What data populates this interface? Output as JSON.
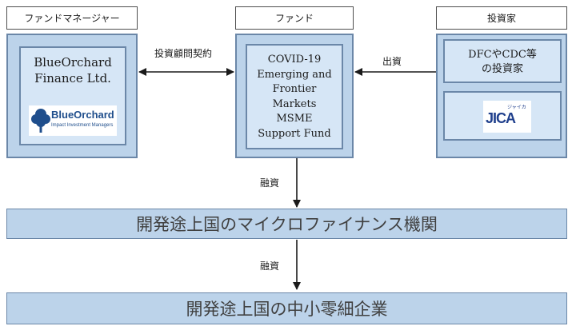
{
  "manager": {
    "header": "ファンドマネージャー",
    "name_line1": "BlueOrchard",
    "name_line2": "Finance Ltd.",
    "logo_text": "BlueOrchard",
    "logo_sub": "Impact Investment Managers"
  },
  "fund": {
    "header": "ファンド",
    "name_lines": [
      "COVID-19",
      "Emerging and",
      "Frontier",
      "Markets",
      "MSME",
      "Support Fund"
    ]
  },
  "investors": {
    "header": "投資家",
    "dfc_line1": "DFCやCDC等",
    "dfc_line2": "の投資家",
    "jica_logo": "JICA",
    "jica_kana": "ジャイカ"
  },
  "arrows": {
    "advisory": "投資顧問契約",
    "investment": "出資",
    "financing1": "融資",
    "financing2": "融資"
  },
  "bands": {
    "mfi": "開発途上国のマイクロファイナンス機関",
    "msme": "開発途上国の中小零細企業"
  },
  "colors": {
    "box_fill": "#bcd3ea",
    "inner_fill": "#d6e6f6",
    "border": "#6b87a8",
    "arrow": "#1a1a1a"
  }
}
